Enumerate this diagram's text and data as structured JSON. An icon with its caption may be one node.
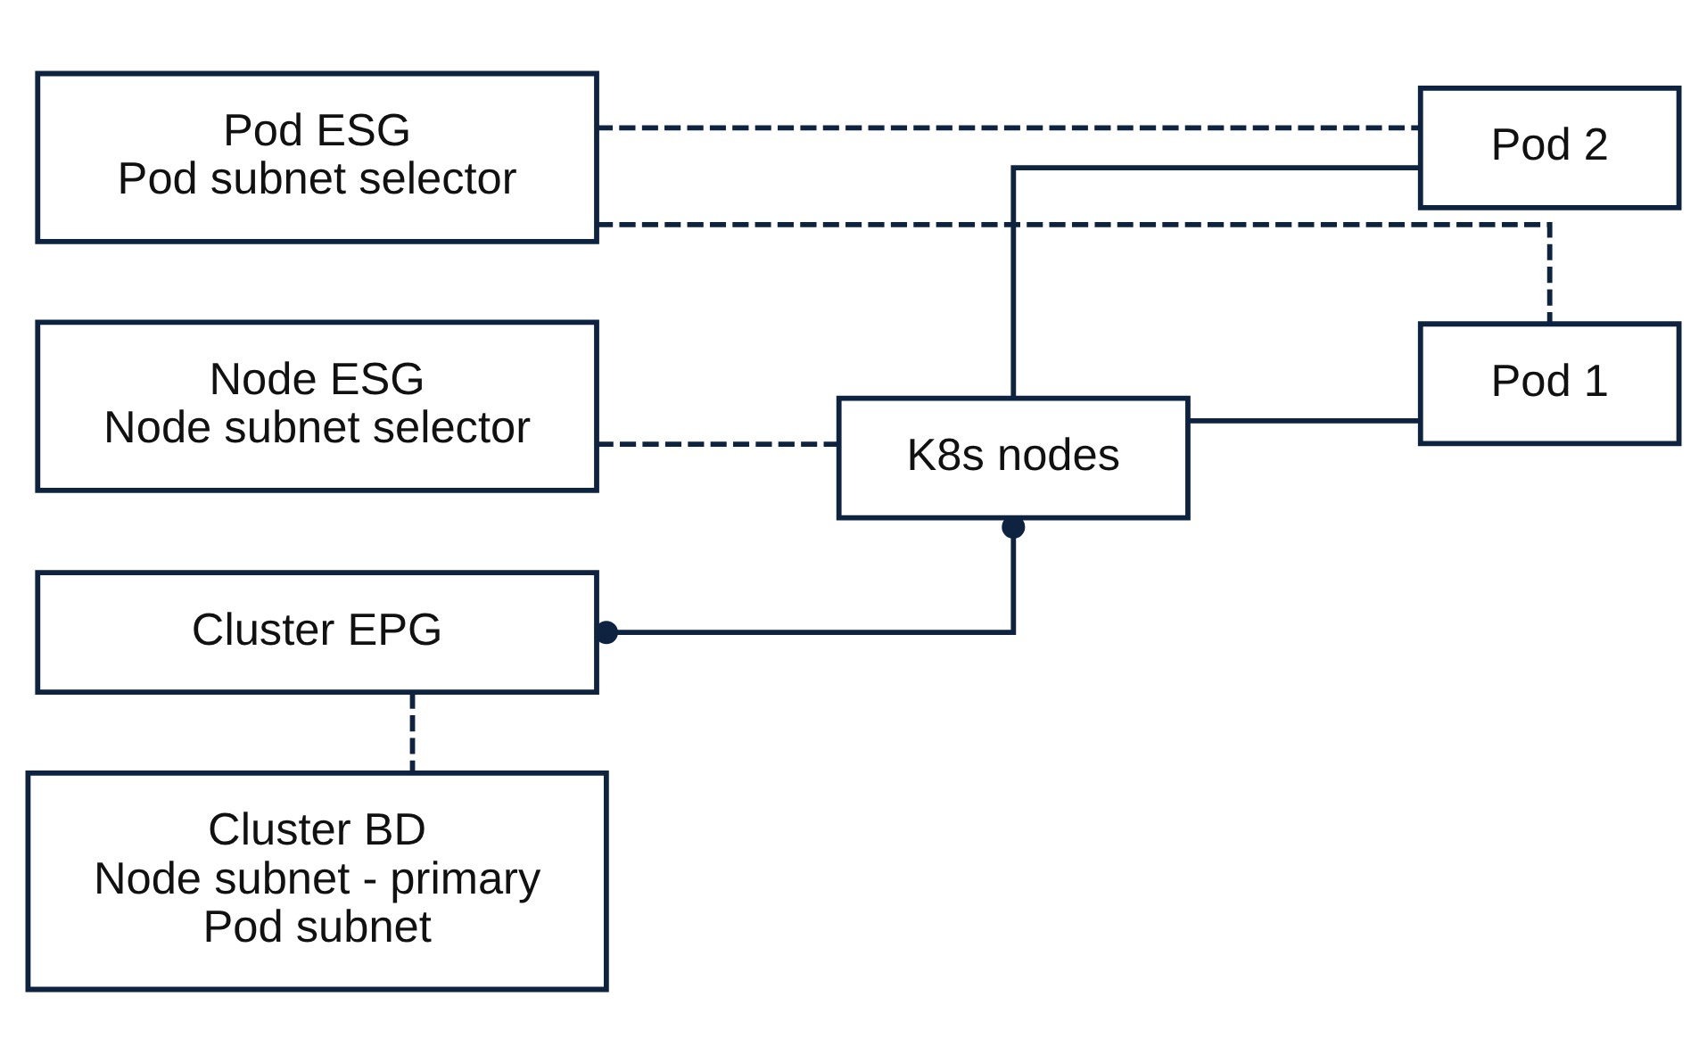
{
  "diagram": {
    "nodes": [
      {
        "text": [
          "Pod ESG",
          "Pod subnet selector"
        ]
      },
      {
        "text": [
          "Node ESG",
          "Node subnet selector"
        ]
      },
      {
        "text": [
          "Cluster EPG"
        ]
      },
      {
        "text": [
          "Cluster BD",
          "Node subnet - primary",
          "Pod subnet"
        ]
      },
      {
        "text": [
          "K8s nodes"
        ]
      },
      {
        "text": [
          "Pod 1"
        ]
      },
      {
        "text": [
          "Pod 2"
        ]
      }
    ],
    "edges": [
      {
        "from": 0,
        "to": 5,
        "arrow": "none",
        "style": "dashed"
      },
      {
        "from": 0,
        "to": 6,
        "arrow": "none",
        "style": "dashed"
      },
      {
        "from": 1,
        "to": 4,
        "arrow": "none",
        "style": "dashed"
      },
      {
        "from": 2,
        "to": 4,
        "arrow": "other"
      },
      {
        "from": 2,
        "to": 3,
        "arrow": "none",
        "style": "dashed"
      },
      {
        "from": 4,
        "to": 5,
        "arrow": "none"
      },
      {
        "from": 4,
        "to": 6,
        "arrow": "none"
      }
    ]
  }
}
